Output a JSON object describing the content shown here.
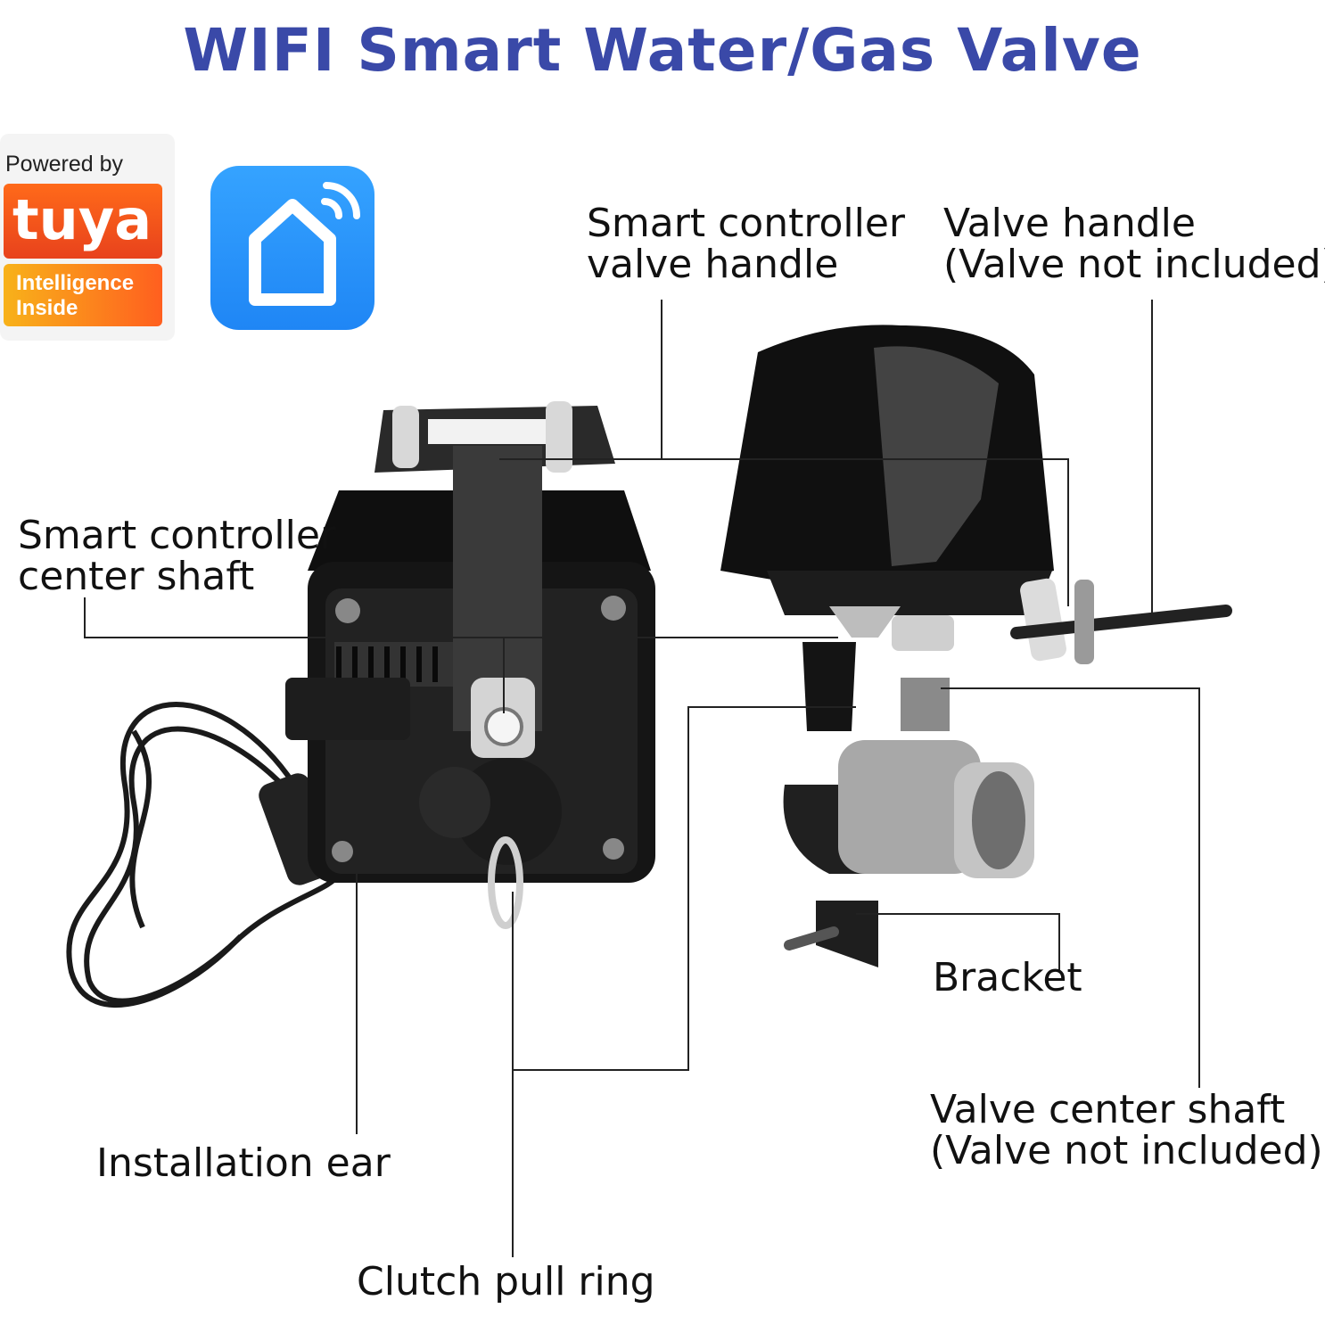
{
  "title": "WIFI Smart Water/Gas Valve",
  "colors": {
    "title": "#3a49a8",
    "tuya_orange": "#ff5a1f",
    "app_blue": "#2a90f8"
  },
  "badge": {
    "powered_by": "Powered by",
    "brand": "tuya",
    "line1": "Intelligence",
    "line2": "Inside"
  },
  "app_icon": {
    "icon": "smart-home-wifi-icon"
  },
  "callouts": {
    "smart_controller_valve_handle": {
      "line1": "Smart controller",
      "line2": "valve handle"
    },
    "valve_handle": {
      "line1": "Valve handle",
      "line2": "(Valve not included)"
    },
    "smart_controller_center_shaft": {
      "line1": "Smart controller",
      "line2": "center shaft"
    },
    "bracket": {
      "line1": "Bracket"
    },
    "valve_center_shaft": {
      "line1": "Valve center shaft",
      "line2": "(Valve not included)"
    },
    "installation_ear": {
      "line1": "Installation ear"
    },
    "clutch_pull_ring": {
      "line1": "Clutch pull ring"
    }
  }
}
